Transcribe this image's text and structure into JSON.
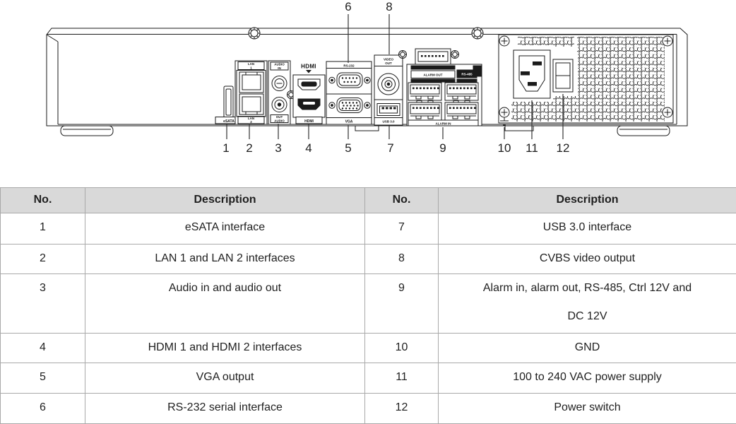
{
  "diagram": {
    "callout_numbers": [
      "1",
      "2",
      "3",
      "4",
      "5",
      "6",
      "7",
      "8",
      "9",
      "10",
      "11",
      "12"
    ],
    "port_labels": {
      "esata": "eSATA",
      "lan1_line1": "LAN",
      "lan1_line2": "1",
      "lan2_line1": "LAN",
      "lan2_line2": "2",
      "audio_in_line1": "AUDIO",
      "audio_in_line2": "IN",
      "audio_out_line1": "OUT",
      "audio_out_line2": "AUDIO",
      "hdmi_logo": "HDMI",
      "hdmi_label": "HDMI",
      "rs232": "RS-232",
      "vga": "VGA",
      "video_out_line1": "VIDEO",
      "video_out_line2": "OUT",
      "usb": "USB 3.0",
      "alarm_out": "ALARM OUT",
      "rs485": "RS-485",
      "alarm_in": "ALARM IN"
    }
  },
  "table": {
    "headers": [
      "No.",
      "Description",
      "No.",
      "Description"
    ],
    "rows": [
      {
        "no_l": "1",
        "desc_l": "eSATA interface",
        "no_r": "7",
        "desc_r": "USB 3.0 interface"
      },
      {
        "no_l": "2",
        "desc_l": "LAN 1 and LAN 2 interfaces",
        "no_r": "8",
        "desc_r": "CVBS video output"
      },
      {
        "no_l": "3",
        "desc_l": "Audio in and audio out",
        "no_r": "9",
        "desc_r": "Alarm in, alarm out, RS-485, Ctrl 12V and",
        "desc_r2": "DC 12V"
      },
      {
        "no_l": "4",
        "desc_l": "HDMI 1 and HDMI 2 interfaces",
        "no_r": "10",
        "desc_r": "GND"
      },
      {
        "no_l": "5",
        "desc_l": "VGA output",
        "no_r": "11",
        "desc_r": "100 to 240 VAC power supply"
      },
      {
        "no_l": "6",
        "desc_l": "RS-232 serial interface",
        "no_r": "12",
        "desc_r": "Power switch"
      }
    ]
  },
  "colors": {
    "header_bg": "#d9d9d9",
    "table_border": "#a9a9a9",
    "text": "#1f1f1f",
    "line_art": "#1a1a1a"
  }
}
